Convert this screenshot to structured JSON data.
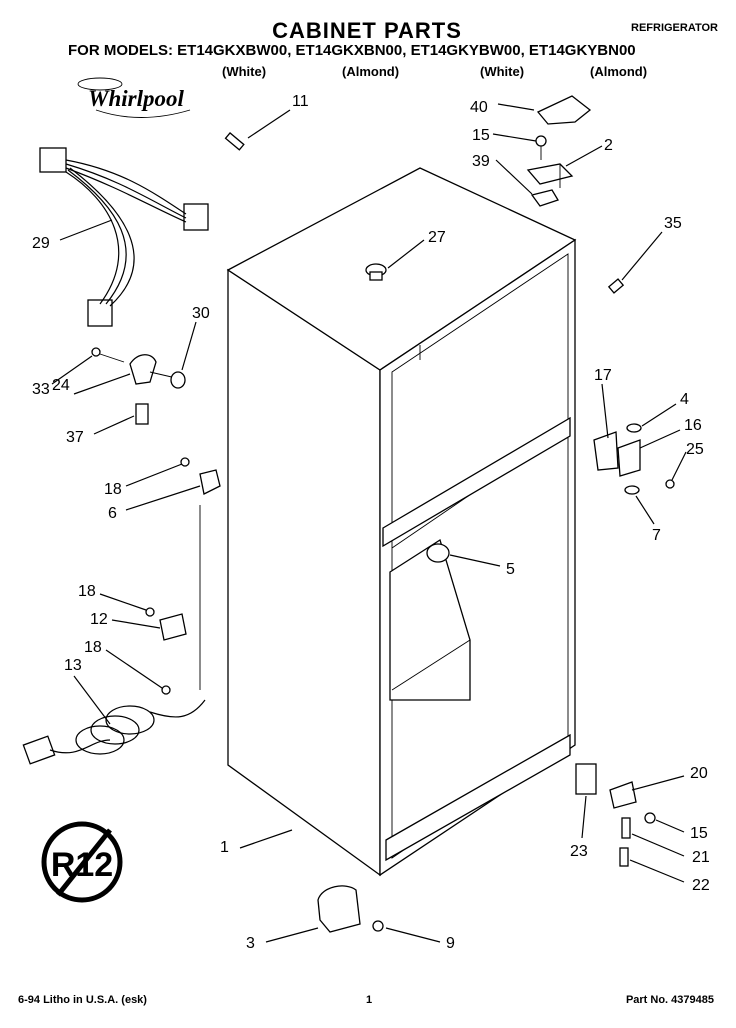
{
  "header": {
    "title": "CABINET PARTS",
    "category": "REFRIGERATOR",
    "models": "FOR MODELS: ET14GKXBW00, ET14GKXBN00, ET14GKYBW00, ET14GKYBN00",
    "variants": [
      "(White)",
      "(Almond)",
      "(White)",
      "(Almond)"
    ]
  },
  "brand": {
    "logo": "Whirlpool"
  },
  "badge": {
    "text": "R12"
  },
  "callouts": [
    "1",
    "2",
    "3",
    "4",
    "5",
    "6",
    "7",
    "9",
    "11",
    "12",
    "13",
    "15",
    "15",
    "16",
    "17",
    "18",
    "18",
    "18",
    "20",
    "21",
    "22",
    "23",
    "24",
    "25",
    "27",
    "29",
    "30",
    "33",
    "35",
    "37",
    "39",
    "40"
  ],
  "footer": {
    "left": "6-94 Litho in U.S.A. (esk)",
    "page": "1",
    "part_no": "Part No. 4379485"
  }
}
